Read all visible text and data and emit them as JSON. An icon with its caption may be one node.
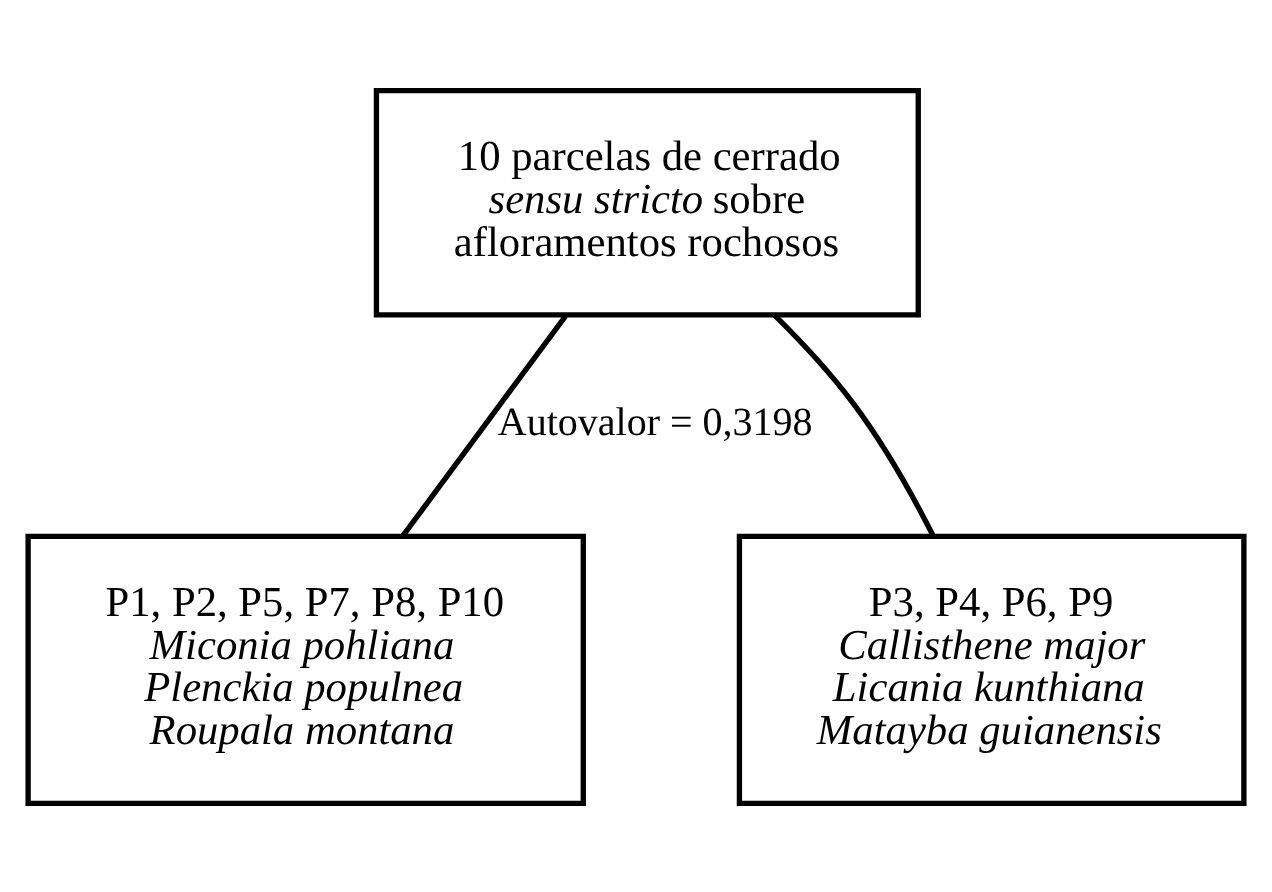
{
  "diagram": {
    "nodes": [
      {
        "text": [
          "10 parcelas de cerrado *sensu stricto* sobre afloramentos rochosos"
        ]
      },
      {
        "text": [
          "P1, P2, P5, P7, P8, P10",
          "Miconia pohliana",
          "Plenckia populnea",
          "Roupala montana"
        ]
      },
      {
        "text": [
          "P3, P4, P6, P9",
          "Callisthene major",
          "Licania kunthiana",
          "Matayba guianensis"
        ]
      }
    ],
    "edges": [
      {
        "from": 0,
        "to": 1,
        "arrow": "none",
        "label": "Autovalor = 0,3198"
      },
      {
        "from": 0,
        "to": 2,
        "arrow": "none"
      }
    ]
  }
}
